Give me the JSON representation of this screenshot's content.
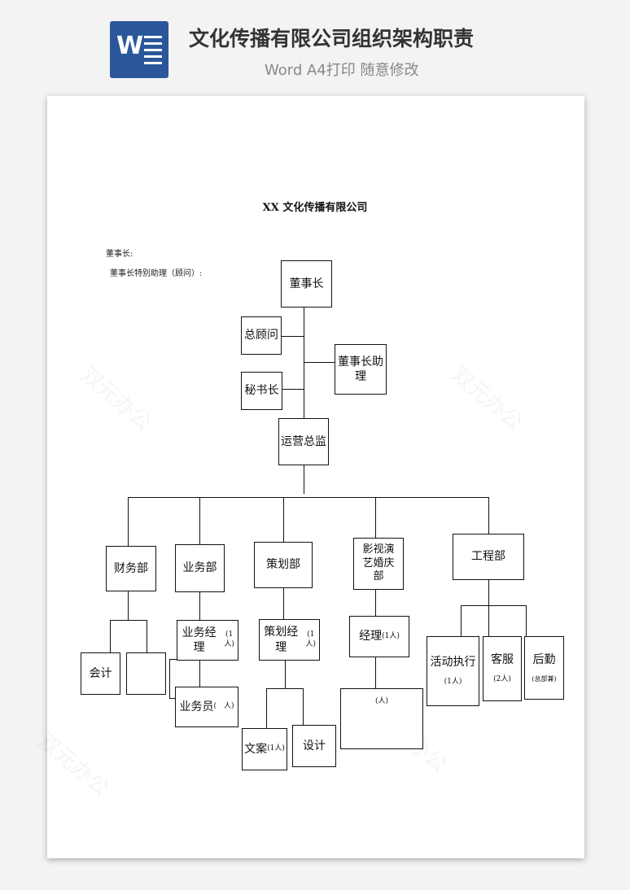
{
  "header": {
    "title": "文化传播有限公司组织架构职责",
    "subtitle": "Word A4打印 随意修改",
    "icon_letter": "W",
    "icon": "word-document-icon",
    "brand_color": "#2b579a"
  },
  "document": {
    "title": "XX 文化传播有限公司",
    "notes": [
      "董事长:",
      "董事长特别助理（顾问）:"
    ],
    "watermark": "双元办公"
  },
  "org": {
    "chairman": "董事长",
    "advisor": "总顾问",
    "assistant": "董事长助理",
    "secretary": "秘书长",
    "operations": "运营总监",
    "finance": {
      "name": "财务部",
      "accountant": "会计"
    },
    "business": {
      "name": "业务部",
      "manager": "业务经理",
      "manager_count": "(1人)",
      "staff": "业务员",
      "staff_count": "(　人)"
    },
    "planning": {
      "name": "策划部",
      "manager": "策划经理",
      "manager_count": "(1人)",
      "copywriter": "文案",
      "copywriter_count": "(1人)",
      "design": "设计"
    },
    "film": {
      "name": "影视演艺婚庆部",
      "manager": "经理",
      "manager_count": "(1人)",
      "staff_count": "(人)"
    },
    "engineering": {
      "name": "工程部",
      "events": "活动执行",
      "events_count": "(1人)",
      "service": "客服",
      "service_count": "(2人)",
      "logistics": "后勤",
      "logistics_note": "(总部兼)"
    }
  }
}
